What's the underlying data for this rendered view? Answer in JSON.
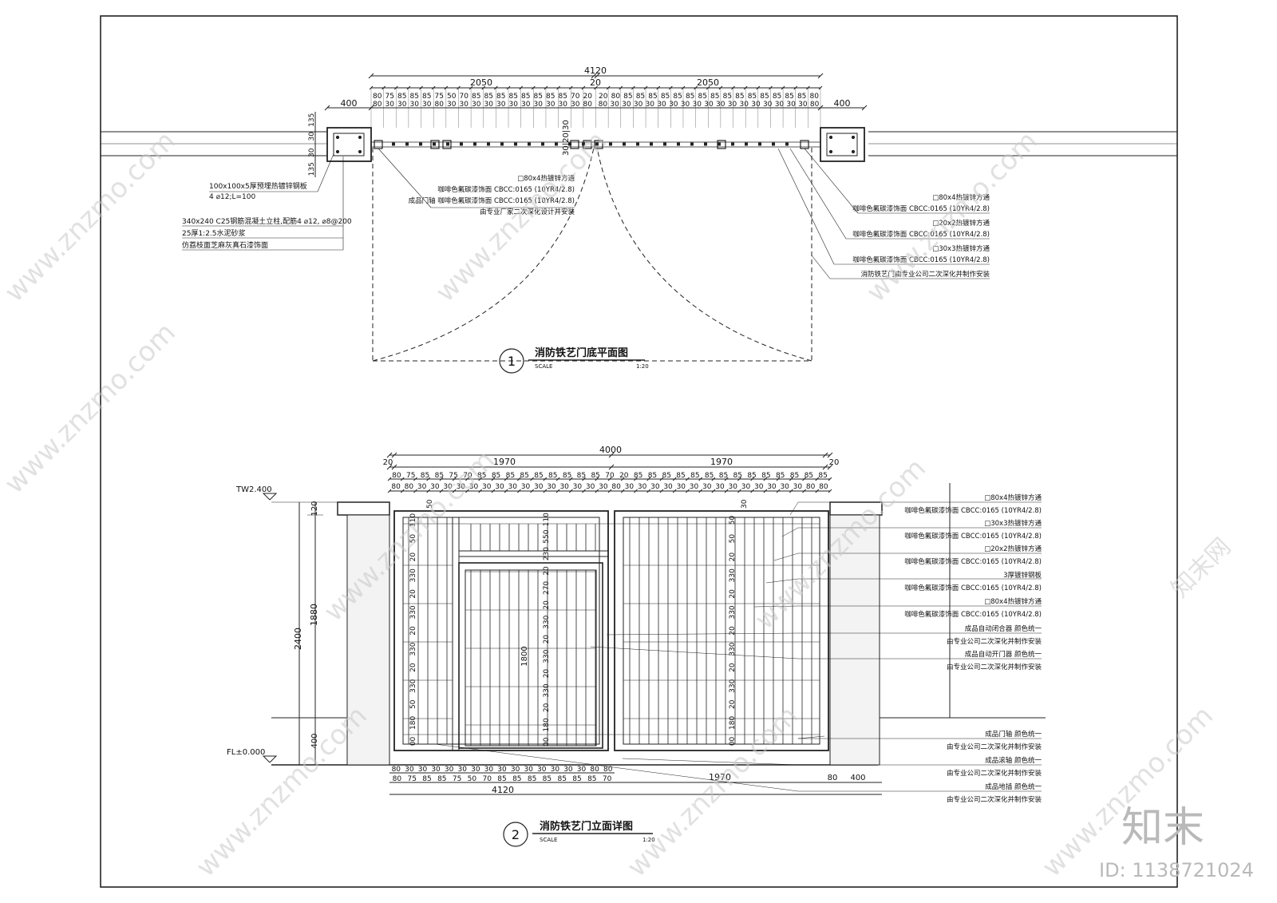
{
  "plan": {
    "dims": {
      "total": "4120",
      "left_leaf": "2050",
      "gap": "20",
      "right_leaf": "2050",
      "left_pier": "400",
      "right_pier": "400",
      "row_left": [
        "80",
        "75",
        "85",
        "85",
        "85",
        "75",
        "50",
        "70",
        "85",
        "85",
        "85",
        "85",
        "85",
        "85",
        "85",
        "85",
        "70",
        "20"
      ],
      "row_left_bottom": [
        "80",
        "30",
        "30",
        "30",
        "30",
        "80",
        "30",
        "30",
        "30",
        "30",
        "30",
        "30",
        "30",
        "30",
        "30",
        "30",
        "30",
        "80"
      ],
      "row_right": [
        "20",
        "80",
        "85",
        "85",
        "85",
        "85",
        "85",
        "85",
        "85",
        "85",
        "85",
        "85",
        "85",
        "85",
        "85",
        "85",
        "85",
        "80"
      ],
      "row_right_bottom": [
        "80",
        "30",
        "30",
        "30",
        "30",
        "30",
        "30",
        "30",
        "30",
        "30",
        "30",
        "30",
        "30",
        "30",
        "30",
        "30",
        "30",
        "30",
        "80"
      ],
      "pier_v": [
        "135",
        "30",
        "30",
        "135"
      ],
      "mid_v": "30|20|30"
    },
    "left_notes": [
      "100x100x5厚预埋热镀锌钢板",
      "4 ⌀12;L=100",
      "340x240  C25钢筋混凝土立柱,配筋4 ⌀12, ⌀8@200",
      "25厚1:2.5水泥砂浆",
      "仿荔枝面芝麻灰真石漆饰面"
    ],
    "center_notes": [
      "□80x4热镀锌方通",
      "咖啡色氟碳漆饰面  CBCC:0165 (10YR4/2.8)",
      "成品门轴  咖啡色氟碳漆饰面  CBCC:0165 (10YR4/2.8)",
      "由专业厂家二次深化设计并安装"
    ],
    "right_notes": [
      "□80x4热镀锌方通",
      "咖啡色氟碳漆饰面  CBCC:0165 (10YR4/2.8)",
      "□20x2热镀锌方通",
      "咖啡色氟碳漆饰面  CBCC:0165 (10YR4/2.8)",
      "□30x3热镀锌方通",
      "咖啡色氟碳漆饰面  CBCC:0165 (10YR4/2.8)",
      "消防铁艺门由专业公司二次深化并制作安装"
    ],
    "title_no": "1",
    "title": "消防铁艺门底平面图",
    "scale_label": "SCALE",
    "scale": "1:20"
  },
  "elevation": {
    "dims": {
      "total": "4000",
      "left_leaf": "1970",
      "right_leaf": "1970",
      "edge_left": "20",
      "edge_right": "20",
      "bottom_total": "4120",
      "bottom_right": "1970",
      "bottom_right_edge": "80",
      "bottom_pier": "400",
      "h_total": "2400",
      "h_upper": "1880",
      "h_cap": "120",
      "h_base": "400",
      "h_door": "1800",
      "top_row": [
        "80",
        "75",
        "85",
        "85",
        "75",
        "70",
        "85",
        "85",
        "85",
        "85",
        "85",
        "85",
        "85",
        "85",
        "85",
        "70",
        "20",
        "85",
        "85",
        "85",
        "85",
        "85",
        "85",
        "85",
        "85",
        "85",
        "85",
        "85",
        "85",
        "85",
        "85"
      ],
      "top_row2": [
        "80",
        "80",
        "30",
        "30",
        "30",
        "30",
        "30",
        "30",
        "30",
        "30",
        "30",
        "30",
        "30",
        "30",
        "30",
        "30",
        "30",
        "80",
        "30",
        "30",
        "30",
        "30",
        "30",
        "30",
        "30",
        "30",
        "30",
        "30",
        "30",
        "30",
        "30",
        "30",
        "80",
        "80"
      ],
      "bottom_row": [
        "80",
        "30",
        "30",
        "30",
        "30",
        "30",
        "30",
        "30",
        "30",
        "30",
        "30",
        "30",
        "30",
        "30",
        "30",
        "80",
        "80"
      ],
      "bottom_row2": [
        "80",
        "75",
        "85",
        "85",
        "75",
        "50",
        "70",
        "85",
        "85",
        "85",
        "85",
        "85",
        "85",
        "85",
        "70"
      ],
      "v_left": [
        "110",
        "50",
        "20",
        "330",
        "20",
        "330",
        "20",
        "330",
        "20",
        "330",
        "50",
        "180",
        "00"
      ],
      "v_mid": [
        "110",
        "550",
        "230",
        "20",
        "270",
        "20",
        "330",
        "20",
        "330",
        "20",
        "330",
        "20",
        "180",
        "00"
      ],
      "v_right": [
        "50",
        "50",
        "20",
        "330",
        "20",
        "330",
        "20",
        "330",
        "20",
        "330",
        "20",
        "180",
        "00"
      ],
      "wall_top_label": "50",
      "right_top_label": "30"
    },
    "levels": {
      "top": "TW2.400",
      "floor": "FL±0.000"
    },
    "right_notes": [
      "□80x4热镀锌方通",
      "咖啡色氟碳漆饰面  CBCC:0165 (10YR4/2.8)",
      "□30x3热镀锌方通",
      "咖啡色氟碳漆饰面  CBCC:0165 (10YR4/2.8)",
      "□20x2热镀锌方通",
      "咖啡色氟碳漆饰面  CBCC:0165 (10YR4/2.8)",
      "3厚镀锌钢板",
      "咖啡色氟碳漆饰面  CBCC:0165 (10YR4/2.8)",
      "□80x4热镀锌方通",
      "咖啡色氟碳漆饰面  CBCC:0165 (10YR4/2.8)",
      "成品自动闭合器  颜色统一",
      "由专业公司二次深化并制作安装",
      "成品自动开门器  颜色统一",
      "由专业公司二次深化并制作安装",
      "成品门轴  颜色统一",
      "由专业公司二次深化并制作安装",
      "成品滚轴  颜色统一",
      "由专业公司二次深化并制作安装",
      "成品地插  颜色统一",
      "由专业公司二次深化并制作安装"
    ],
    "title_no": "2",
    "title": "消防铁艺门立面详图",
    "scale_label": "SCALE",
    "scale": "1:20"
  },
  "watermark": {
    "site": "www.znzmo.com",
    "brand": "知末网",
    "logo": "知末",
    "id": "ID: 1138721024"
  }
}
